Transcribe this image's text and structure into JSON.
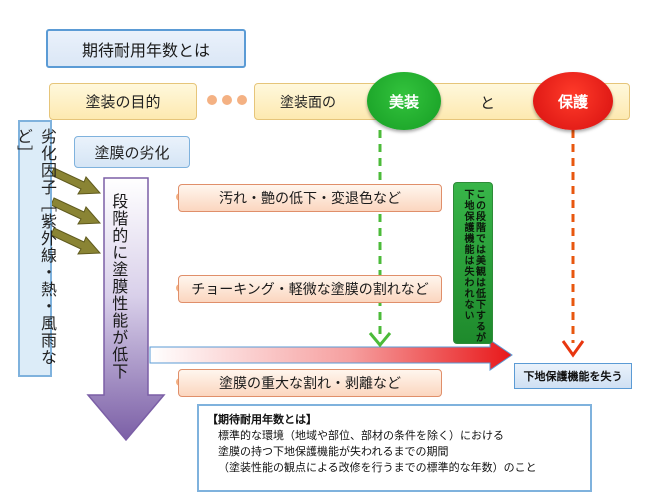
{
  "title": "期待耐用年数とは",
  "purpose": {
    "label": "塗装の目的",
    "surface_label": "塗装面の",
    "beauty": "美装",
    "connector": "と",
    "protection": "保護"
  },
  "degradation_factors": "劣化因子［紫外線・熱・風雨など］",
  "coating_degradation": "塗膜の劣化",
  "stages": [
    "汚れ・艶の低下・変退色など",
    "チョーキング・軽微な塗膜の割れなど",
    "塗膜の重大な割れ・剥離など"
  ],
  "arrow_label": "段階的に塗膜性能が低下",
  "note": "この段階では美観は低下するが下地保護機能は失われない",
  "result": "下地保護機能を失う",
  "definition": {
    "heading": "【期待耐用年数とは】",
    "lines": [
      "標準的な環境（地域や部位、部材の条件を除く）における",
      "塗膜の持つ下地保護機能が失われるまでの期間",
      "（塗装性能の観点による改修を行うまでの標準的な年数）のこと"
    ]
  },
  "colors": {
    "beauty": "#1fa82e",
    "protection": "#e8181a",
    "accent_blue": "#5b9bd5",
    "stage_fill": "#fbd6bf"
  }
}
